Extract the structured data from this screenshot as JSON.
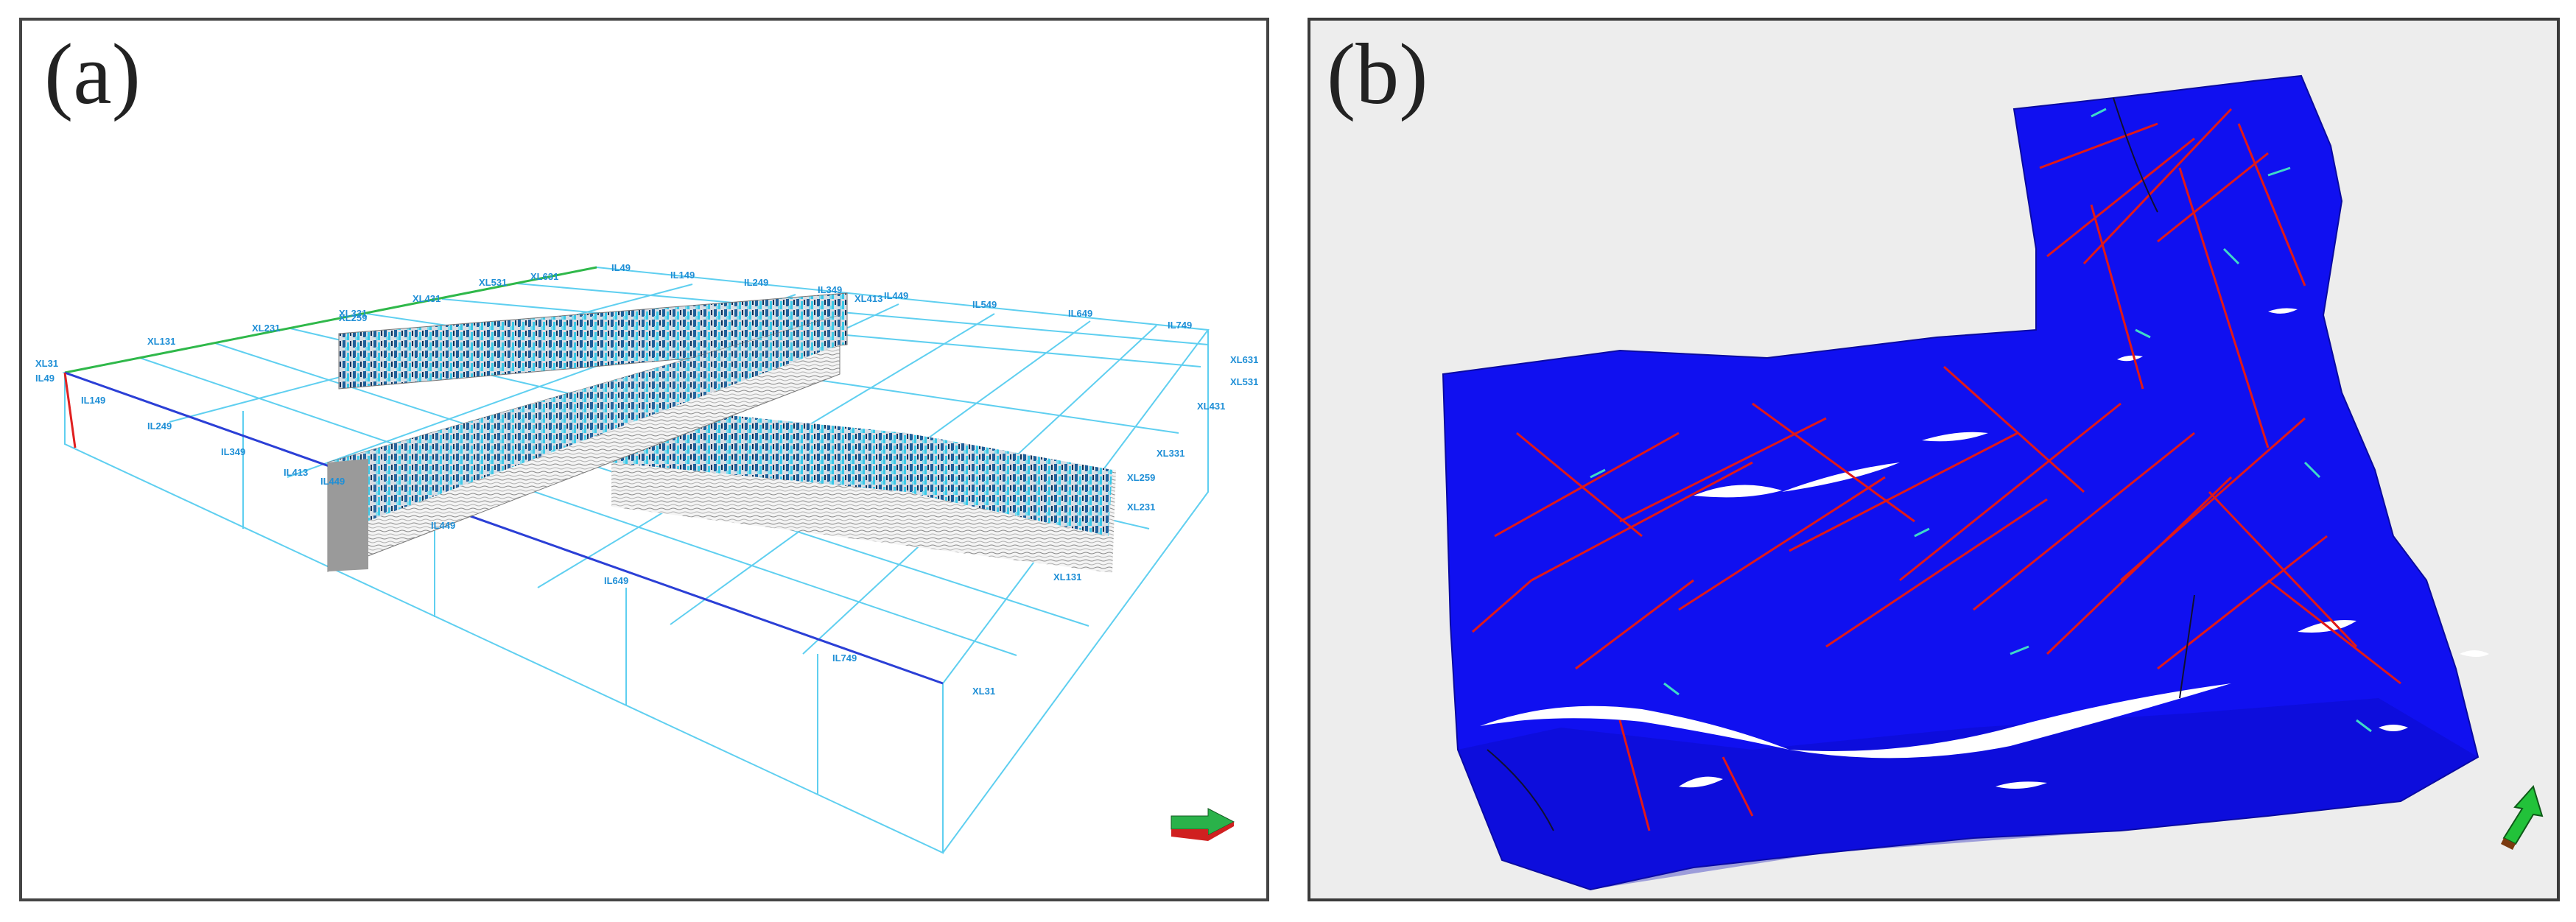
{
  "panels": [
    {
      "label": "(a)",
      "axis_labels": {
        "top_front": [
          "XL31",
          "XL131",
          "XL231",
          "XL331",
          "XL431",
          "XL531",
          "XL631"
        ],
        "top_right": [
          "IL49",
          "IL149",
          "IL249",
          "IL349",
          "IL449",
          "IL549",
          "IL649",
          "IL749"
        ],
        "top_left": [
          "IL49",
          "IL149",
          "IL249",
          "IL349"
        ],
        "right_side": [
          "XL631",
          "XL531",
          "XL431",
          "XL331",
          "XL231",
          "XL131"
        ],
        "bottom_front": [
          "IL649",
          "IL749",
          "XL31"
        ],
        "section_labels": [
          "XL259",
          "IL413",
          "IL449",
          "XL413",
          "IL449",
          "XL259"
        ]
      },
      "icons": [
        "orientation-arrow-icon"
      ]
    },
    {
      "label": "(b)",
      "colors": {
        "surface": "#1010f0",
        "background": "#ededed",
        "faults": "#e01818",
        "accent": "#3fd9c8"
      },
      "icons": [
        "north-arrow-icon"
      ]
    }
  ]
}
